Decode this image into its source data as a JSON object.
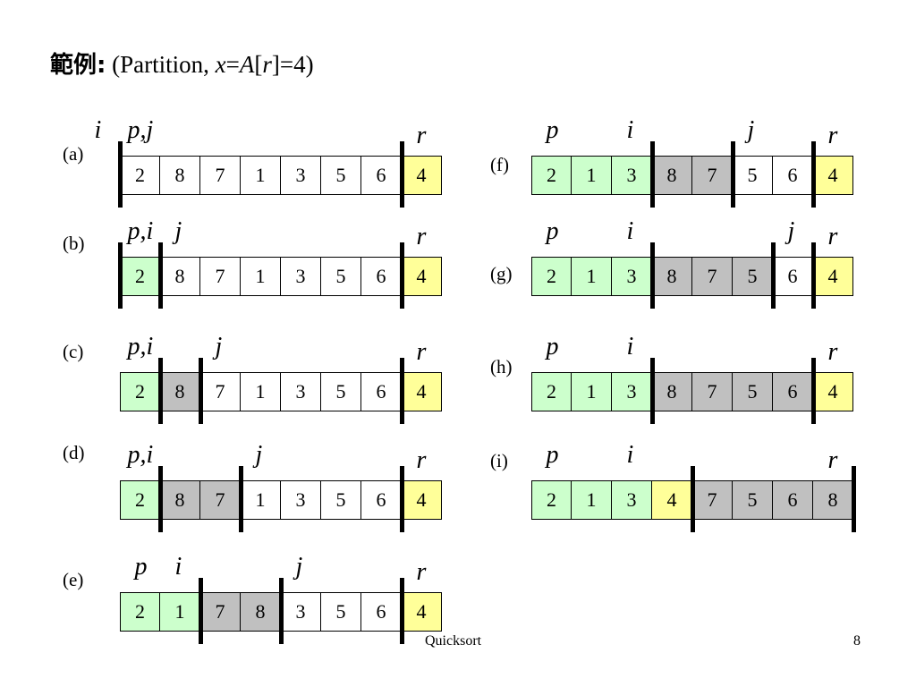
{
  "title": {
    "zh": "範例:",
    "open": "(Partition, ",
    "x": "x",
    "eq1": "=",
    "A": "A",
    "lb": "[",
    "r": "r",
    "rb": "]",
    "eq2": "=4)"
  },
  "colors": {
    "green": "#ccffcc",
    "gray": "#c0c0c0",
    "yellow": "#ffff99",
    "white": "#ffffff"
  },
  "steps": [
    {
      "label": "(a)",
      "values": [
        "2",
        "8",
        "7",
        "1",
        "3",
        "5",
        "6",
        "4"
      ],
      "colors": [
        "white",
        "white",
        "white",
        "white",
        "white",
        "white",
        "white",
        "yellow"
      ],
      "bars": [
        0,
        7
      ],
      "pointers": [
        {
          "text": "i",
          "pos": -0.5
        },
        {
          "text": "p,j",
          "pos": 0.5
        },
        {
          "text": "r",
          "pos": 7.5
        }
      ]
    },
    {
      "label": "(b)",
      "values": [
        "2",
        "8",
        "7",
        "1",
        "3",
        "5",
        "6",
        "4"
      ],
      "colors": [
        "green",
        "white",
        "white",
        "white",
        "white",
        "white",
        "white",
        "yellow"
      ],
      "bars": [
        0,
        1,
        7
      ],
      "pointers": [
        {
          "text": "p,i",
          "pos": 0.5
        },
        {
          "text": "j",
          "pos": 1.5
        },
        {
          "text": "r",
          "pos": 7.5
        }
      ]
    },
    {
      "label": "(c)",
      "values": [
        "2",
        "8",
        "7",
        "1",
        "3",
        "5",
        "6",
        "4"
      ],
      "colors": [
        "green",
        "gray",
        "white",
        "white",
        "white",
        "white",
        "white",
        "yellow"
      ],
      "bars": [
        1,
        2,
        7
      ],
      "pointers": [
        {
          "text": "p,i",
          "pos": 0.5
        },
        {
          "text": "j",
          "pos": 2.5
        },
        {
          "text": "r",
          "pos": 7.5
        }
      ]
    },
    {
      "label": "(d)",
      "values": [
        "2",
        "8",
        "7",
        "1",
        "3",
        "5",
        "6",
        "4"
      ],
      "colors": [
        "green",
        "gray",
        "gray",
        "white",
        "white",
        "white",
        "white",
        "yellow"
      ],
      "bars": [
        1,
        3,
        7
      ],
      "pointers": [
        {
          "text": "p,i",
          "pos": 0.5
        },
        {
          "text": "j",
          "pos": 3.5
        },
        {
          "text": "r",
          "pos": 7.5
        }
      ]
    },
    {
      "label": "(e)",
      "values": [
        "2",
        "1",
        "7",
        "8",
        "3",
        "5",
        "6",
        "4"
      ],
      "colors": [
        "green",
        "green",
        "gray",
        "gray",
        "white",
        "white",
        "white",
        "yellow"
      ],
      "bars": [
        2,
        4,
        7
      ],
      "pointers": [
        {
          "text": "p",
          "pos": 0.5
        },
        {
          "text": "i",
          "pos": 1.5
        },
        {
          "text": "j",
          "pos": 4.5
        },
        {
          "text": "r",
          "pos": 7.5
        }
      ]
    },
    {
      "label": "(f)",
      "values": [
        "2",
        "1",
        "3",
        "8",
        "7",
        "5",
        "6",
        "4"
      ],
      "colors": [
        "green",
        "green",
        "green",
        "gray",
        "gray",
        "white",
        "white",
        "yellow"
      ],
      "bars": [
        3,
        5,
        7
      ],
      "pointers": [
        {
          "text": "p",
          "pos": 0.5
        },
        {
          "text": "i",
          "pos": 2.5
        },
        {
          "text": "j",
          "pos": 5.5
        },
        {
          "text": "r",
          "pos": 7.5
        }
      ]
    },
    {
      "label": "(g)",
      "values": [
        "2",
        "1",
        "3",
        "8",
        "7",
        "5",
        "6",
        "4"
      ],
      "colors": [
        "green",
        "green",
        "green",
        "gray",
        "gray",
        "gray",
        "white",
        "yellow"
      ],
      "bars": [
        3,
        6,
        7
      ],
      "pointers": [
        {
          "text": "p",
          "pos": 0.5
        },
        {
          "text": "i",
          "pos": 2.5
        },
        {
          "text": "j",
          "pos": 6.5
        },
        {
          "text": "r",
          "pos": 7.5
        }
      ]
    },
    {
      "label": "(h)",
      "values": [
        "2",
        "1",
        "3",
        "8",
        "7",
        "5",
        "6",
        "4"
      ],
      "colors": [
        "green",
        "green",
        "green",
        "gray",
        "gray",
        "gray",
        "gray",
        "yellow"
      ],
      "bars": [
        3,
        7
      ],
      "pointers": [
        {
          "text": "p",
          "pos": 0.5
        },
        {
          "text": "i",
          "pos": 2.5
        },
        {
          "text": "r",
          "pos": 7.5
        }
      ]
    },
    {
      "label": "(i)",
      "values": [
        "2",
        "1",
        "3",
        "4",
        "7",
        "5",
        "6",
        "8"
      ],
      "colors": [
        "green",
        "green",
        "green",
        "yellow",
        "gray",
        "gray",
        "gray",
        "gray"
      ],
      "bars": [
        4,
        8
      ],
      "pointers": [
        {
          "text": "p",
          "pos": 0.5
        },
        {
          "text": "i",
          "pos": 2.5
        },
        {
          "text": "r",
          "pos": 7.5
        }
      ]
    }
  ],
  "footer": {
    "center": "Quicksort",
    "page": "8"
  }
}
